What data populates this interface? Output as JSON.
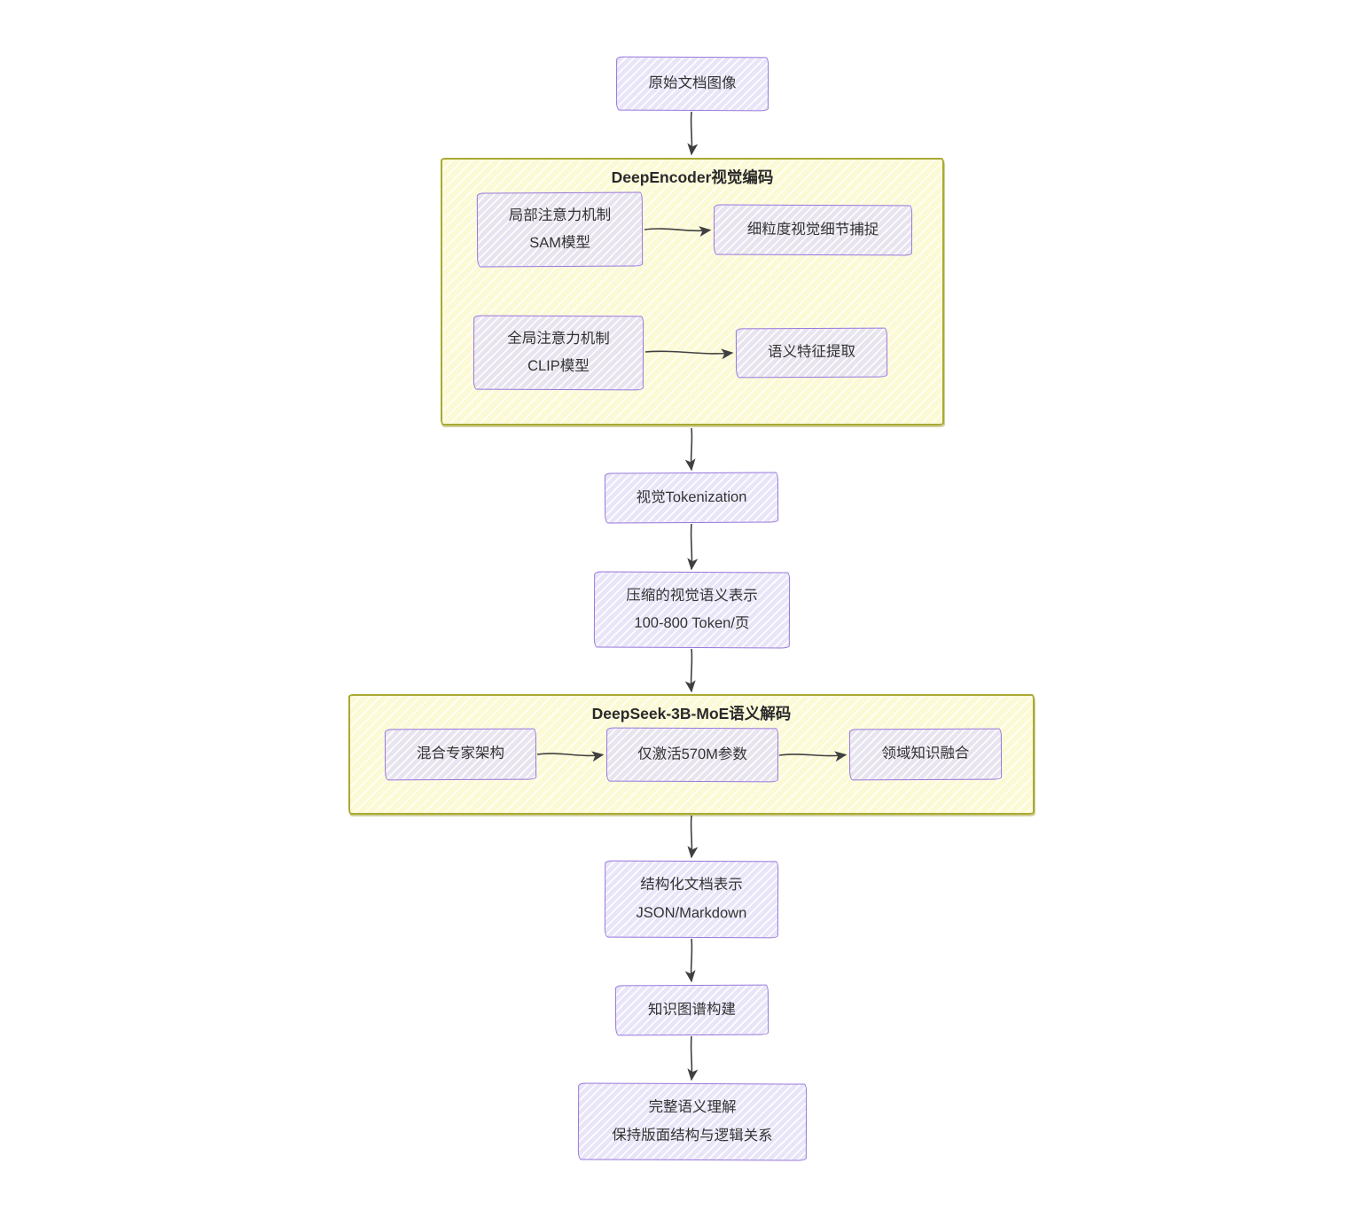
{
  "colors": {
    "node_fill": "rgba(224,219,246,0.72)",
    "node_border": "#9878DB",
    "cluster_fill": "rgba(252,250,208,0.9)",
    "cluster_border": "#A9A934",
    "edge_color": "#404040",
    "text_color": "#333333"
  },
  "clusters": {
    "encoder": {
      "title": "DeepEncoder视觉编码"
    },
    "decoder": {
      "title": "DeepSeek-3B-MoE语义解码"
    }
  },
  "nodes": {
    "raw_image": {
      "label": "原始文档图像"
    },
    "local_attn": {
      "line1": "局部注意力机制",
      "line2": "SAM模型"
    },
    "fine_detail": {
      "label": "细粒度视觉细节捕捉"
    },
    "global_attn": {
      "line1": "全局注意力机制",
      "line2": "CLIP模型"
    },
    "semantic_extract": {
      "label": "语义特征提取"
    },
    "vis_token": {
      "label": "视觉Tokenization"
    },
    "compressed": {
      "line1": "压缩的视觉语义表示",
      "line2": "100-800 Token/页"
    },
    "moe": {
      "label": "混合专家架构"
    },
    "active_params": {
      "label": "仅激活570M参数"
    },
    "domain_fusion": {
      "label": "领域知识融合"
    },
    "structured": {
      "line1": "结构化文档表示",
      "line2": "JSON/Markdown"
    },
    "kg": {
      "label": "知识图谱构建"
    },
    "full_semantic": {
      "line1": "完整语义理解",
      "line2": "保持版面结构与逻辑关系"
    }
  },
  "edges": [
    {
      "from": "原始文档图像",
      "to": "DeepEncoder视觉编码"
    },
    {
      "from": "局部注意力机制 SAM模型",
      "to": "细粒度视觉细节捕捉"
    },
    {
      "from": "全局注意力机制 CLIP模型",
      "to": "语义特征提取"
    },
    {
      "from": "DeepEncoder视觉编码",
      "to": "视觉Tokenization"
    },
    {
      "from": "视觉Tokenization",
      "to": "压缩的视觉语义表示 100-800 Token/页"
    },
    {
      "from": "压缩的视觉语义表示 100-800 Token/页",
      "to": "DeepSeek-3B-MoE语义解码"
    },
    {
      "from": "混合专家架构",
      "to": "仅激活570M参数"
    },
    {
      "from": "仅激活570M参数",
      "to": "领域知识融合"
    },
    {
      "from": "DeepSeek-3B-MoE语义解码",
      "to": "结构化文档表示 JSON/Markdown"
    },
    {
      "from": "结构化文档表示 JSON/Markdown",
      "to": "知识图谱构建"
    },
    {
      "from": "知识图谱构建",
      "to": "完整语义理解 保持版面结构与逻辑关系"
    }
  ]
}
